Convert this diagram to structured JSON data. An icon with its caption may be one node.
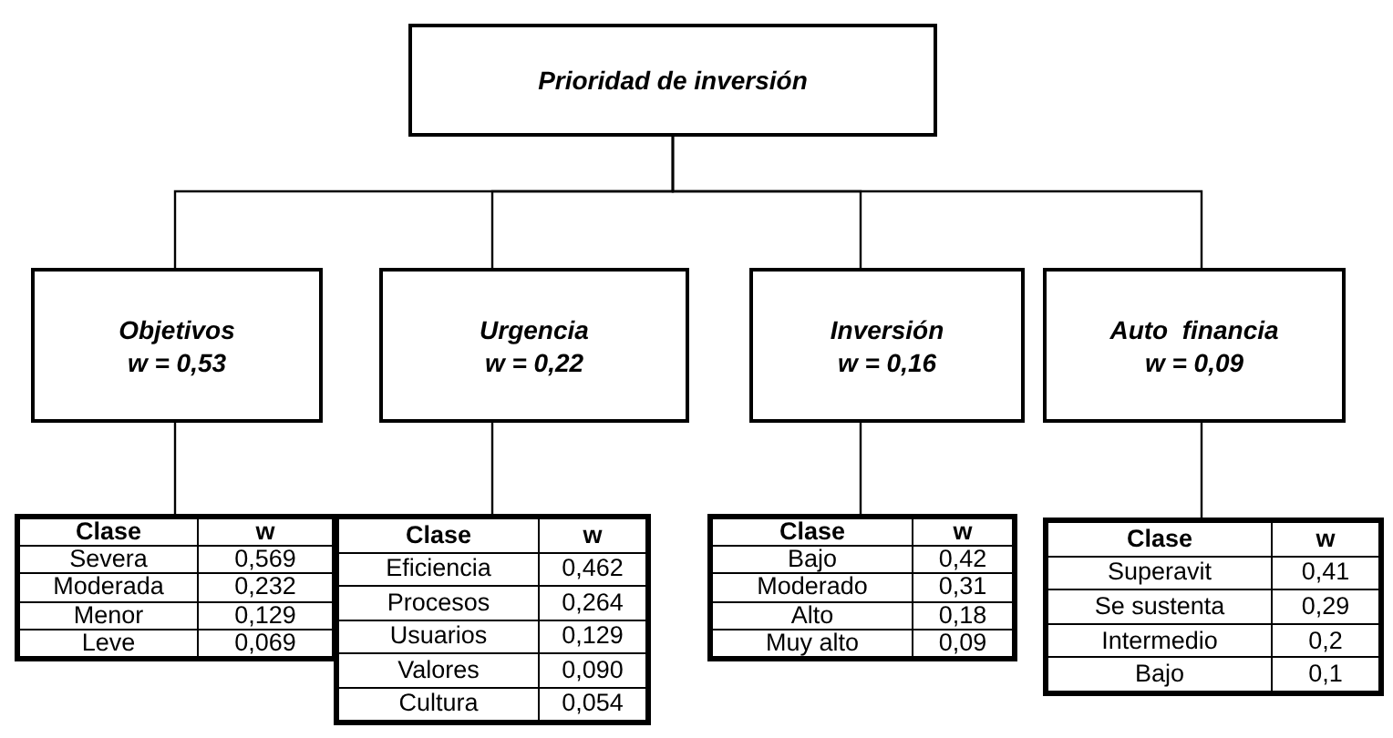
{
  "diagram": {
    "nodes": [
      {
        "text": [
          "Prioridad de inversión"
        ]
      },
      {
        "text": [
          "Objetivos",
          "w = 0,53"
        ]
      },
      {
        "text": [
          "Urgencia",
          "w = 0,22"
        ]
      },
      {
        "text": [
          "Inversión",
          "w = 0,16"
        ]
      },
      {
        "text": [
          "Auto  financia",
          "w = 0,09"
        ]
      },
      {
        "text": [
          "Clase",
          "w",
          "Severa",
          "0,569",
          "Moderada",
          "0,232",
          "Menor",
          "0,129",
          "Leve",
          "0,069"
        ]
      },
      {
        "text": [
          "Clase",
          "w",
          "Eficiencia",
          "0,462",
          "Procesos",
          "0,264",
          "Usuarios",
          "0,129",
          "Valores",
          "0,090",
          "Cultura",
          "0,054"
        ]
      },
      {
        "text": [
          "Clase",
          "w",
          "Bajo",
          "0,42",
          "Moderado",
          "0,31",
          "Alto",
          "0,18",
          "Muy alto",
          "0,09"
        ]
      },
      {
        "text": [
          "Clase",
          "w",
          "Superavit",
          "0,41",
          "Se sustenta",
          "0,29",
          "Intermedio",
          "0,2",
          "Bajo",
          "0,1"
        ]
      }
    ],
    "edges": [
      {
        "from": 0,
        "to": 1,
        "arrow": "none"
      },
      {
        "from": 0,
        "to": 2,
        "arrow": "none"
      },
      {
        "from": 0,
        "to": 3,
        "arrow": "none"
      },
      {
        "from": 0,
        "to": 4,
        "arrow": "none"
      },
      {
        "from": 1,
        "to": 5,
        "arrow": "none"
      },
      {
        "from": 2,
        "to": 6,
        "arrow": "none"
      },
      {
        "from": 3,
        "to": 7,
        "arrow": "none"
      },
      {
        "from": 4,
        "to": 8,
        "arrow": "none"
      }
    ]
  }
}
